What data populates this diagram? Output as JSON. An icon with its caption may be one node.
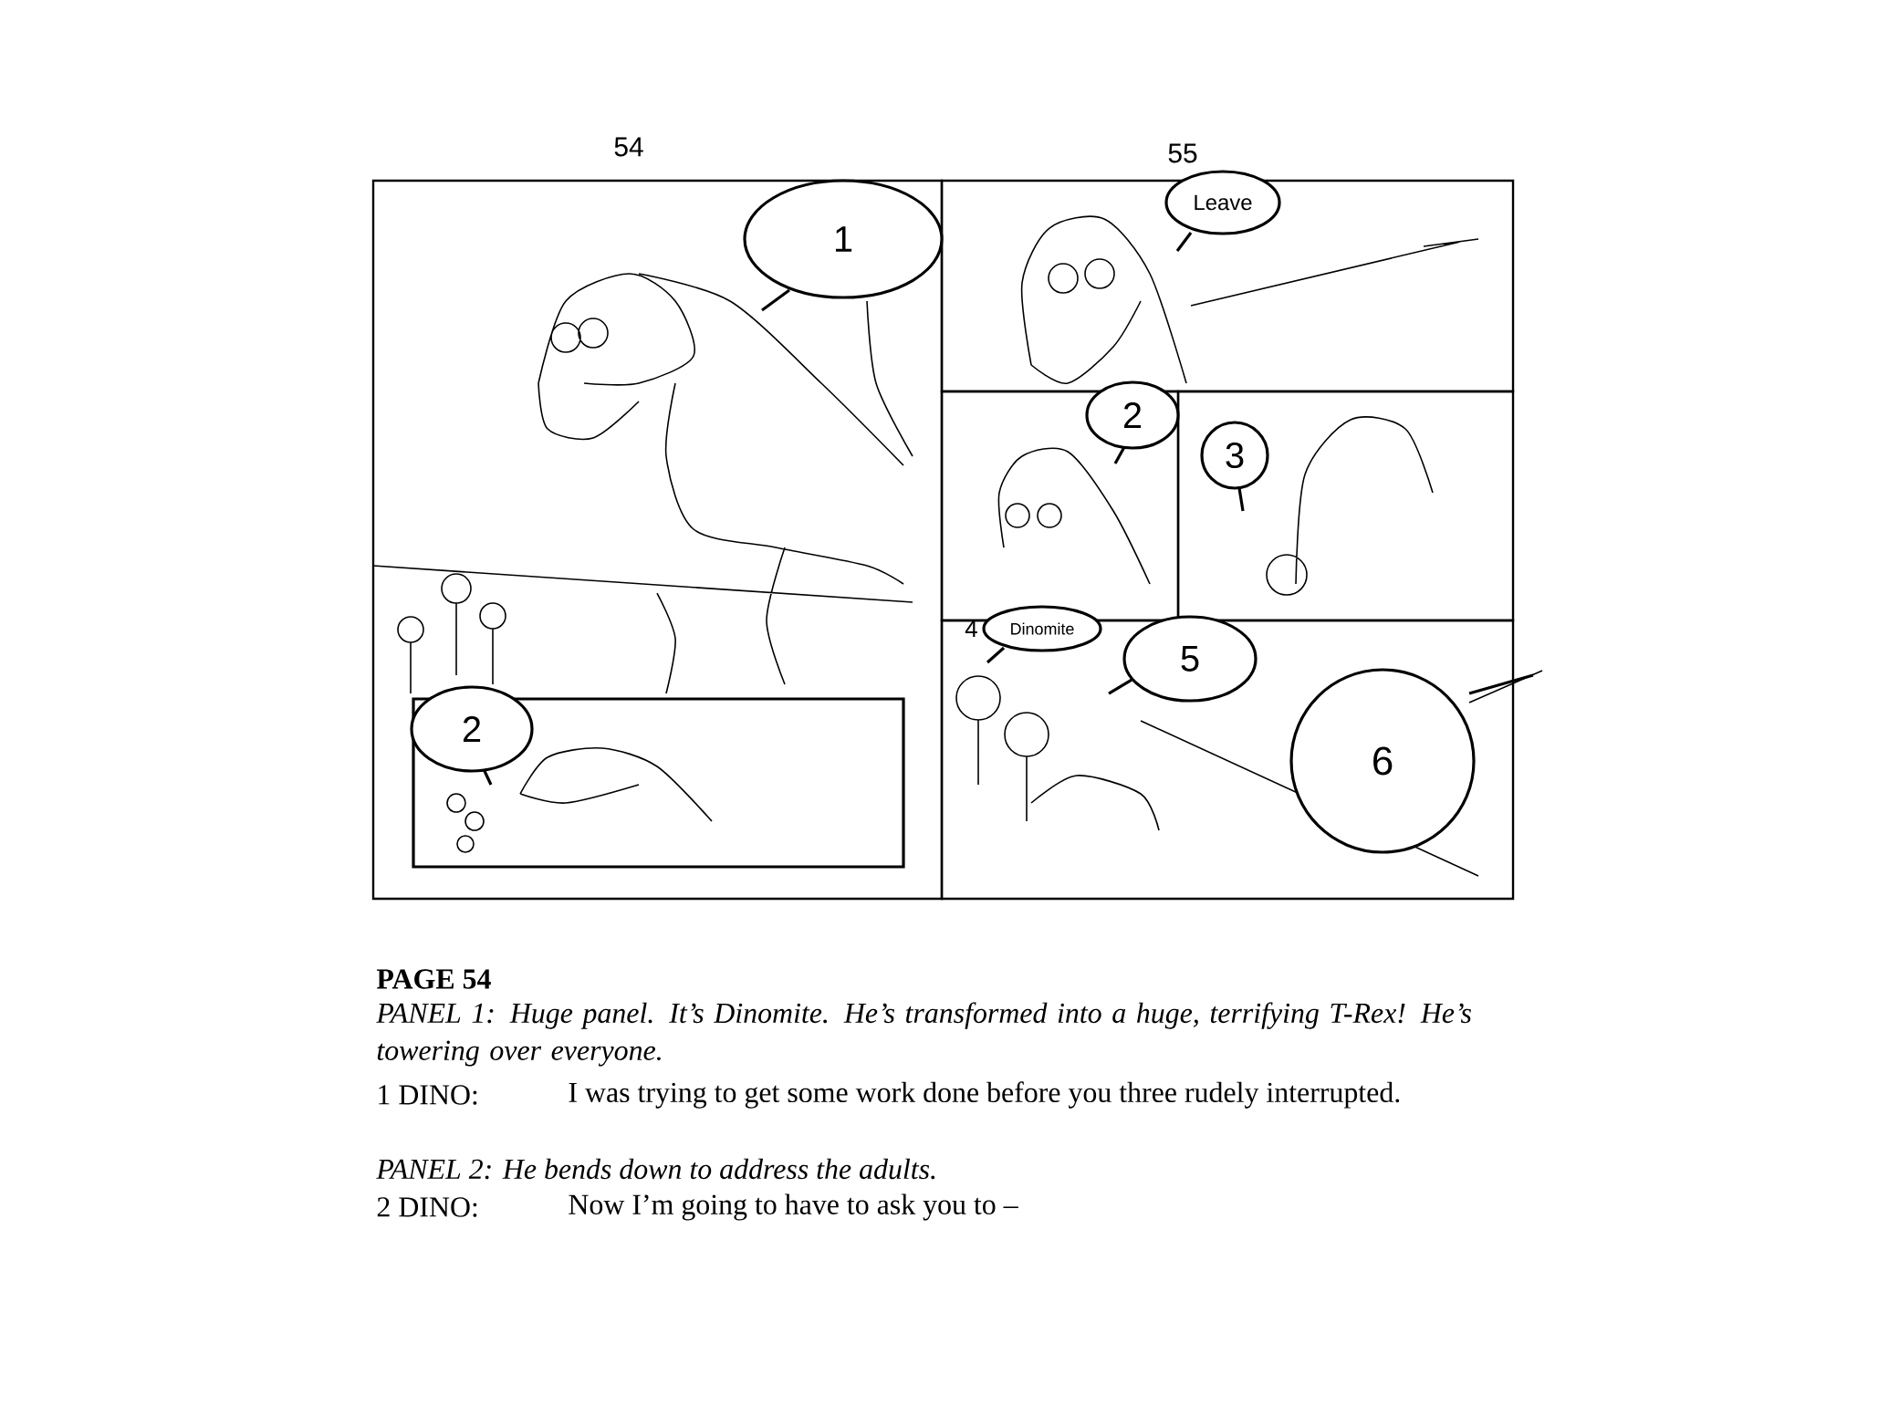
{
  "diagram": {
    "nodes": [
      {
        "text": [
          "1"
        ]
      },
      {
        "text": [
          "2"
        ]
      },
      {
        "text": [
          "Leave"
        ]
      },
      {
        "text": [
          "2"
        ]
      },
      {
        "text": [
          "3"
        ]
      },
      {
        "text": [
          "Dinomite"
        ],
        "beside": [
          "4"
        ]
      },
      {
        "text": [
          "5"
        ]
      },
      {
        "text": [
          "6"
        ]
      }
    ],
    "labels": [
      "54",
      "55",
      "PAGE 54",
      "PANEL 1: Huge panel. It’s Dinomite. He’s transformed into a huge, terrifying T-Rex! He’s towering over everyone.",
      "1 DINO:",
      "I was trying to get some work done before you three rudely interrupted.",
      "PANEL 2: He bends down to address the adults.",
      "2 DINO:",
      "Now I’m going to have to ask you to –"
    ]
  }
}
